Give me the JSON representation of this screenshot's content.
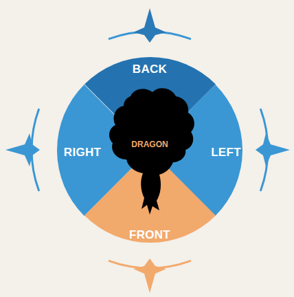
{
  "diagram": {
    "nodes": [
      {
        "text": [
          "BACK"
        ]
      },
      {
        "text": [
          "RIGHT"
        ]
      },
      {
        "text": [
          "LEFT"
        ]
      },
      {
        "text": [
          "FRONT"
        ]
      }
    ],
    "labels": [
      "DRAGON"
    ]
  }
}
